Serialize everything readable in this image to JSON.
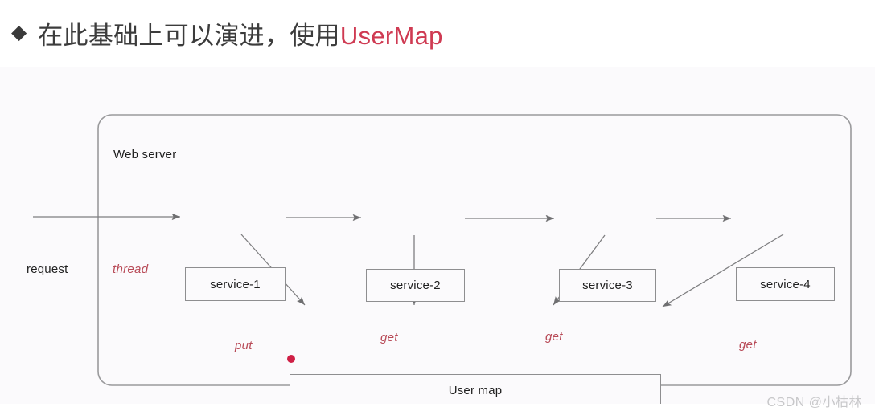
{
  "title": {
    "bullet": "◆",
    "text_main": "在此基础上可以演进，使用",
    "text_accent": "UserMap",
    "accent_color": "#cf3a52"
  },
  "diagram": {
    "container_label": "Web server",
    "entry_label": "request",
    "thread_label": "thread",
    "services": [
      {
        "label": "service-1"
      },
      {
        "label": "service-2"
      },
      {
        "label": "service-3"
      },
      {
        "label": "service-4"
      }
    ],
    "store_label": "User map",
    "operations": [
      {
        "label": "put",
        "from": "service-1",
        "to": "User map"
      },
      {
        "label": "get",
        "from": "service-2",
        "to": "User map"
      },
      {
        "label": "get",
        "from": "service-3",
        "to": "User map"
      },
      {
        "label": "get",
        "from": "service-4",
        "to": "User map"
      }
    ],
    "marker_color": "#cf1f45",
    "annotation_color": "#b84a57",
    "line_color": "#7e7e80",
    "panel_background": "#fbfafc"
  },
  "watermark": {
    "text": "CSDN @小枯林"
  }
}
